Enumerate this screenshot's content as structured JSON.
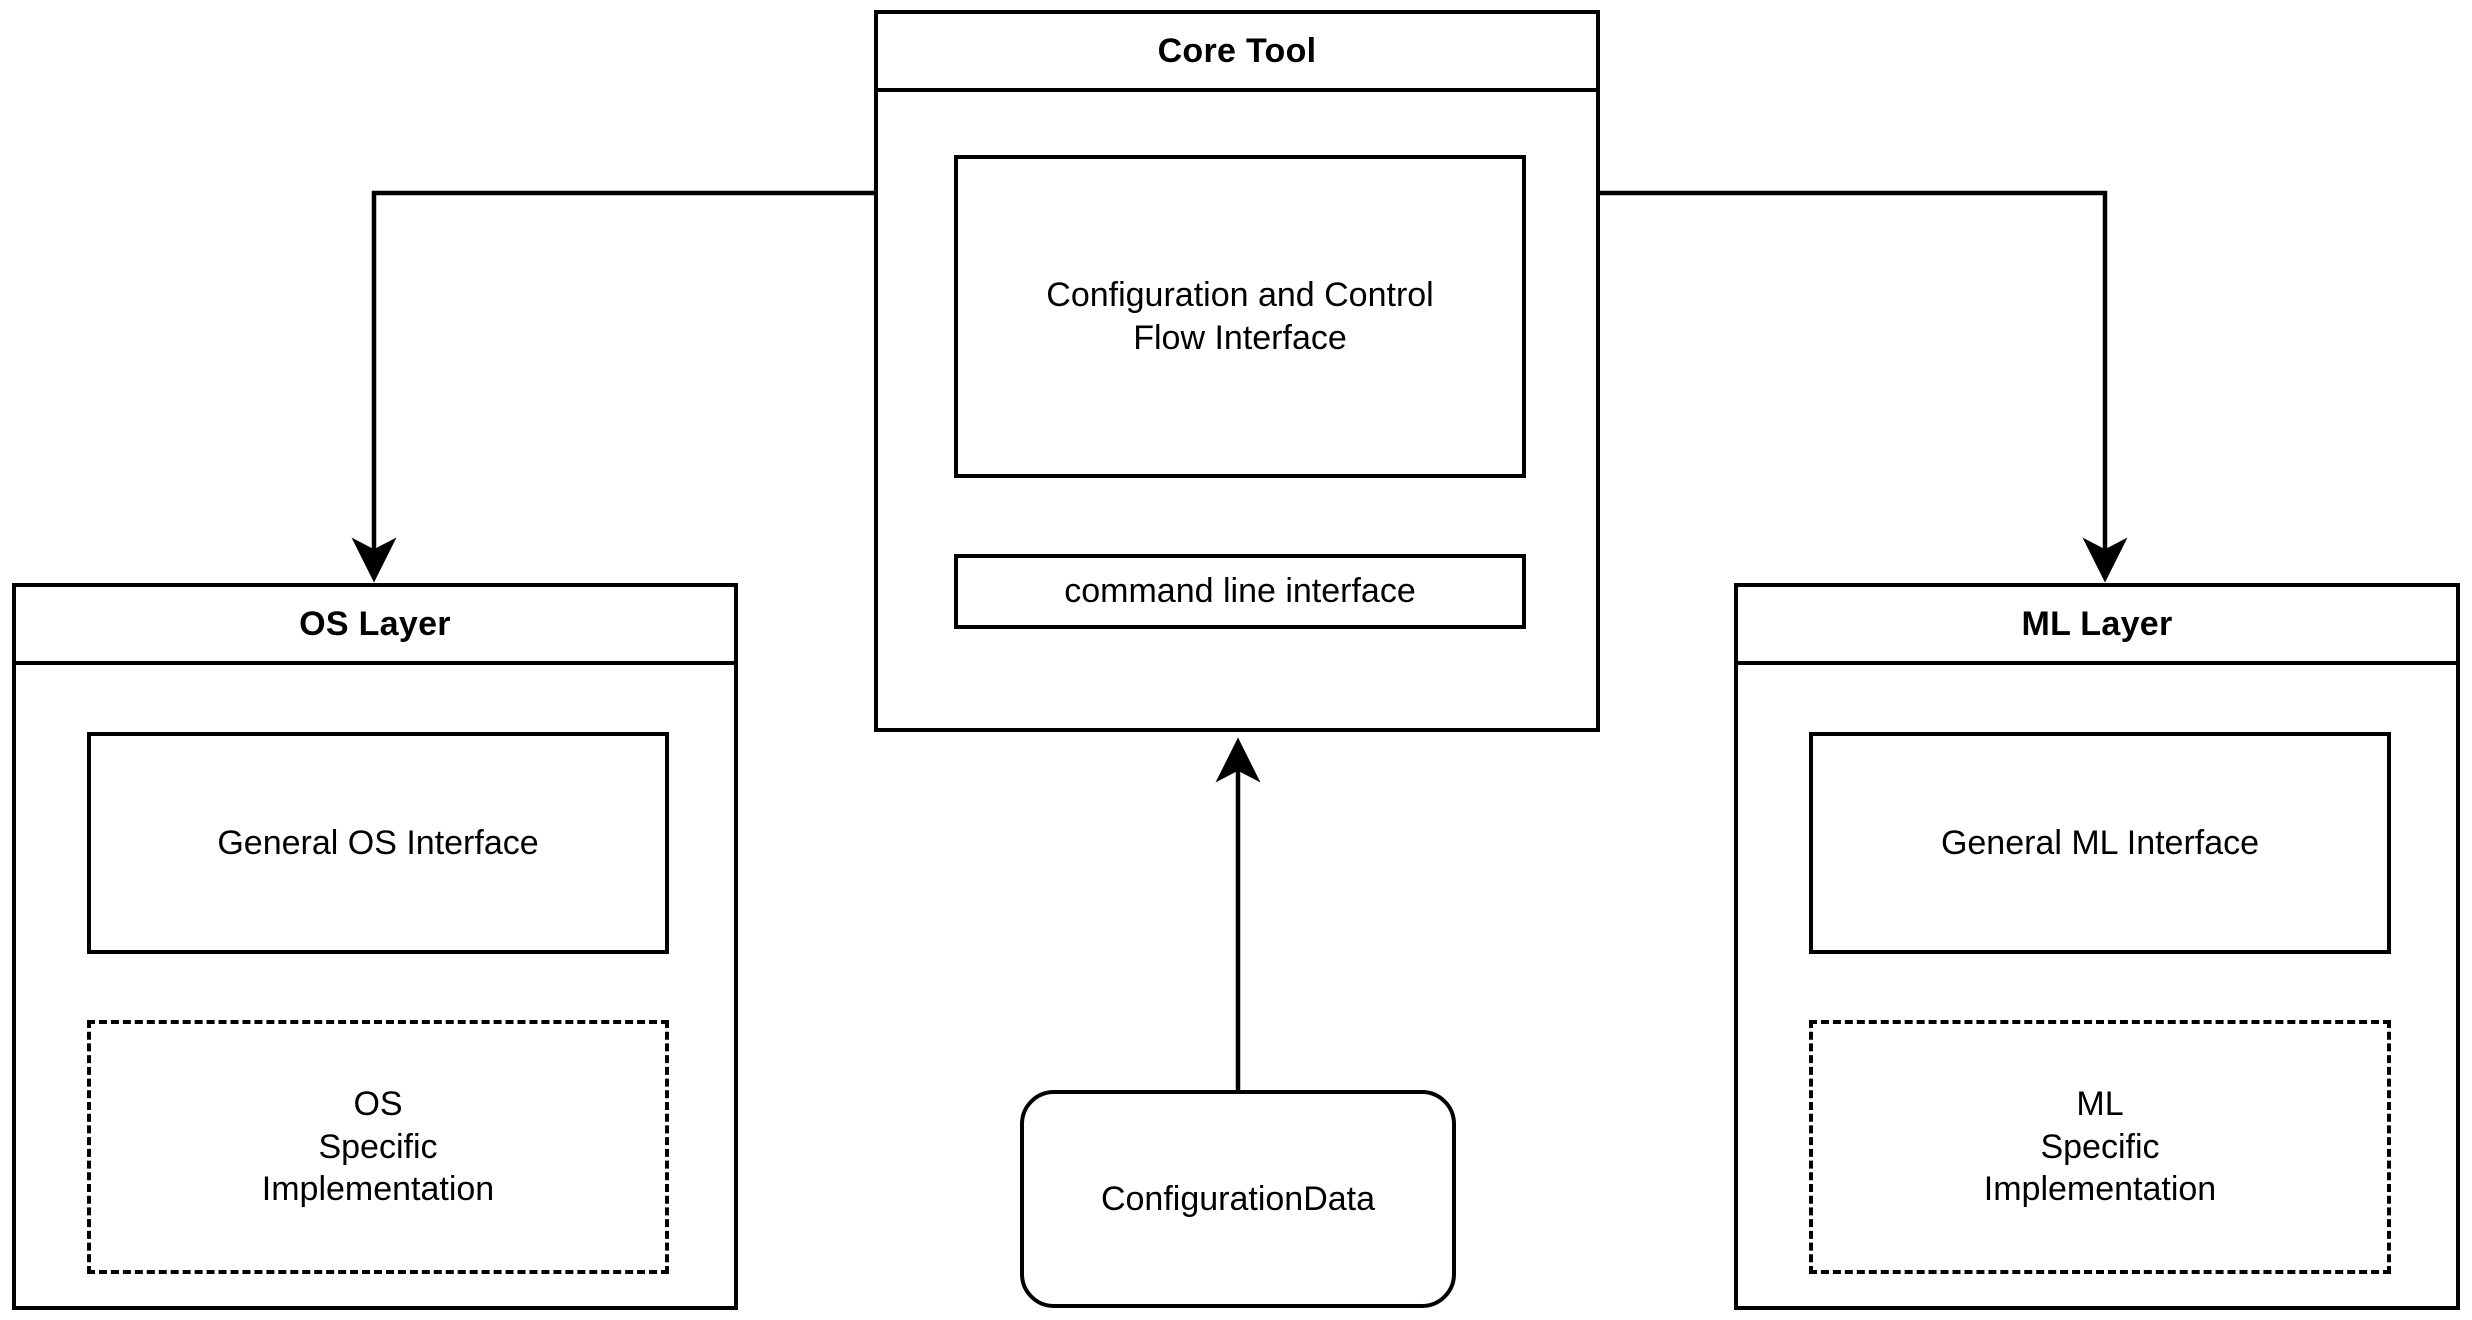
{
  "diagram": {
    "title_implicit": "Core Tool layered architecture",
    "stroke_color": "#000000",
    "background_color": "#ffffff",
    "nodes": {
      "core_tool": {
        "title": "Core Tool",
        "config_interface": "Configuration and Control\nFlow Interface",
        "cli": "command line interface"
      },
      "os_layer": {
        "title": "OS Layer",
        "general_interface": "General OS Interface",
        "specific_implementation": "OS\nSpecific\nImplementation"
      },
      "ml_layer": {
        "title": "ML Layer",
        "general_interface": "General ML Interface",
        "specific_implementation": "ML\nSpecific\nImplementation"
      },
      "configuration_data": {
        "label": "ConfigurationData"
      }
    },
    "edges": [
      {
        "name": "core-tool-to-os-layer",
        "from": "Core Tool",
        "to": "OS Layer",
        "style": "orthogonal",
        "arrowhead": "to-target"
      },
      {
        "name": "core-tool-to-ml-layer",
        "from": "Core Tool",
        "to": "ML Layer",
        "style": "orthogonal",
        "arrowhead": "to-target"
      },
      {
        "name": "configuration-data-to-core-tool",
        "from": "ConfigurationData",
        "to": "Core Tool",
        "style": "straight",
        "arrowhead": "to-target"
      }
    ]
  }
}
